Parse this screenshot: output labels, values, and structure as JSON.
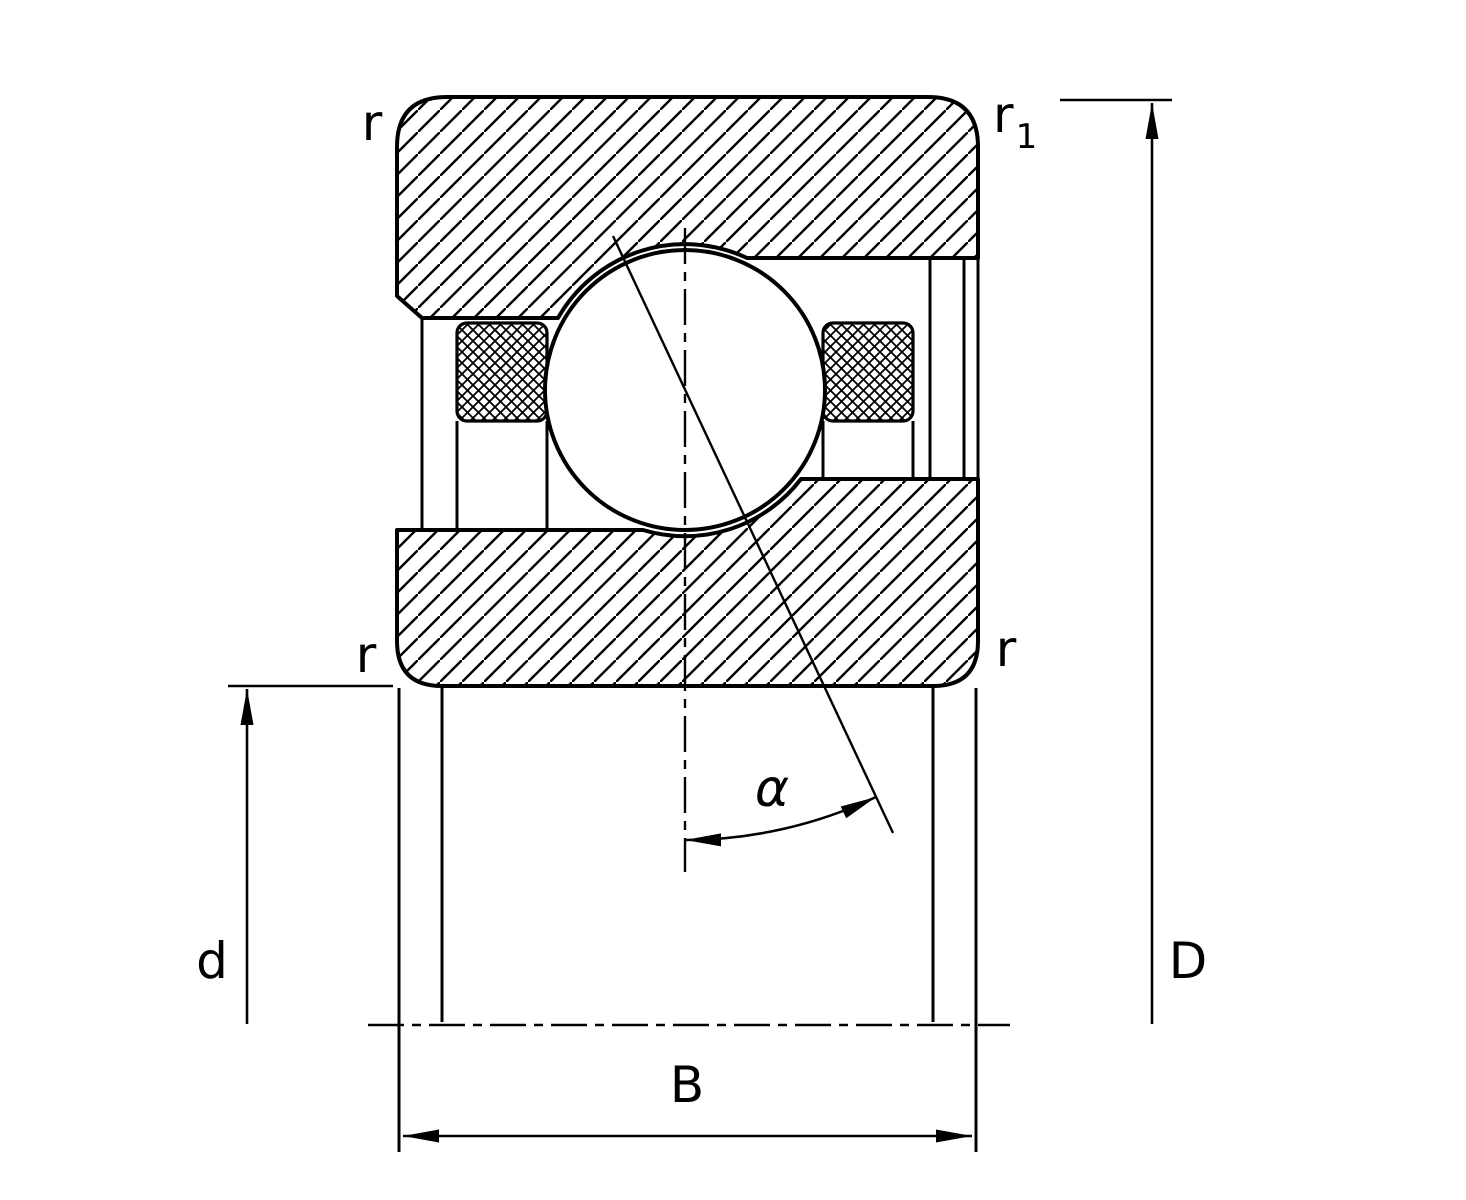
{
  "diagram": {
    "type": "angular-contact-bearing-cross-section",
    "background_color": "#ffffff",
    "line_color": "#000000",
    "labels": {
      "radius_top_left": "r",
      "radius_top_right_base": "r",
      "radius_top_right_sub": "1",
      "radius_bottom_left": "r",
      "radius_bottom_right": "r",
      "bore_diameter": "d",
      "outside_diameter": "D",
      "width": "B",
      "contact_angle": "α"
    }
  }
}
